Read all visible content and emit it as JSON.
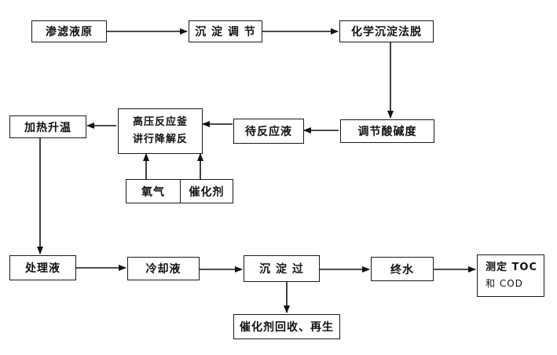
{
  "nodes": {
    "n1": "渗滤液原",
    "n2": "沉 淀 调 节",
    "n3": "化学沉淀法脱",
    "n4": "调节酸碱度",
    "n5": "待反应液",
    "n6_line1": "高压反应釜",
    "n6_line2": "讲行降解反",
    "n7": "加热升温",
    "n8": "氧气",
    "n9": "催化剂",
    "n10": "处理液",
    "n11": "冷却液",
    "n12": "沉 淀 过",
    "n13": "终水",
    "n14_line1": "测定 TOC",
    "n14_line2": "和 COD",
    "n15": "催化剂回收、再生"
  }
}
